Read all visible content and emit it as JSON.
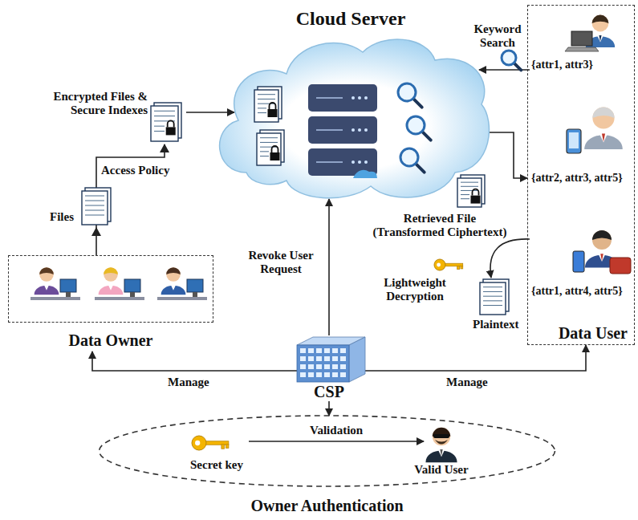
{
  "diagram": {
    "nodes": [
      {
        "text": [
          "Cloud Server"
        ]
      },
      {
        "text": [
          "Data User"
        ]
      },
      {
        "text": [
          "{attr1, attr3}"
        ],
        "in": 1
      },
      {
        "text": [
          "{attr2, attr3, attr5}"
        ],
        "in": 1
      },
      {
        "text": [
          "{attr1, attr4, attr5}"
        ],
        "in": 1
      },
      {
        "text": [
          "Data Owner"
        ]
      },
      {
        "text": [
          "CSP"
        ]
      },
      {
        "text": [
          "Owner Authentication"
        ]
      },
      {
        "text": [
          "Secret key"
        ],
        "in": 7
      },
      {
        "text": [
          "Valid User"
        ],
        "in": 7
      }
    ],
    "edges": [
      {
        "from": 2,
        "to": 0,
        "arrow": "to"
      },
      {
        "from": 0,
        "to": 1,
        "arrow": "to"
      },
      {
        "from": 5,
        "to": 0,
        "arrow": "to"
      },
      {
        "from": 6,
        "to": 0,
        "arrow": "to"
      },
      {
        "from": 6,
        "to": 5,
        "label": "Manage",
        "arrow": "to"
      },
      {
        "from": 6,
        "to": 1,
        "label": "Manage",
        "arrow": "to"
      },
      {
        "from": 6,
        "to": 7,
        "arrow": "to"
      },
      {
        "from": 8,
        "to": 9,
        "label": "Validation",
        "arrow": "to"
      }
    ],
    "labels": [
      "Keyword Search",
      "Encrypted Files & Secure Indexes",
      "Access Policy",
      "Files",
      "Retrieved File (Transformed Ciphertext)",
      "Revoke User Request",
      "Lightweight Decryption",
      "Plaintext"
    ]
  }
}
